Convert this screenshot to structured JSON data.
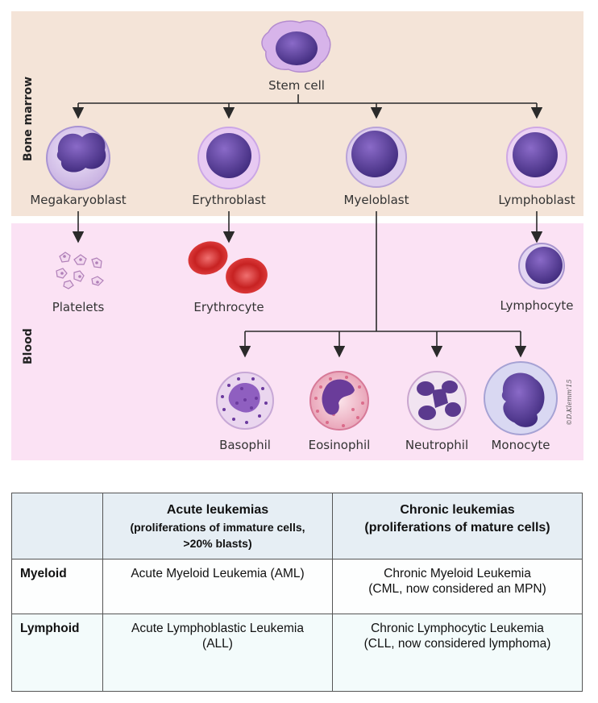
{
  "diagram": {
    "zones": {
      "bone_marrow": "Bone marrow",
      "blood": "Blood"
    },
    "cells": {
      "stem": "Stem cell",
      "megakaryoblast": "Megakaryoblast",
      "erythroblast": "Erythroblast",
      "myeloblast": "Myeloblast",
      "lymphoblast": "Lymphoblast",
      "platelets": "Platelets",
      "erythrocyte": "Erythrocyte",
      "lymphocyte": "Lymphocyte",
      "basophil": "Basophil",
      "eosinophil": "Eosinophil",
      "neutrophil": "Neutrophil",
      "monocyte": "Monocyte"
    },
    "credit": "©D.Klemm'15",
    "colors": {
      "bone_marrow_bg": "#f4e4d8",
      "blood_bg": "#fbe2f4",
      "nucleus": "#5a3f9a",
      "cytoplasm": "#d9c8ef",
      "erythrocyte": "#d83030",
      "eosinophil_granules": "#e06c8c",
      "basophil_granules": "#7b4aa8"
    }
  },
  "table": {
    "headers": {
      "acute_title": "Acute leukemias",
      "acute_sub_1": "(proliferations of immature cells,",
      "acute_sub_2": ">20% blasts)",
      "chronic_title": "Chronic leukemias",
      "chronic_sub": "(proliferations of mature cells)"
    },
    "rows": [
      {
        "label": "Myeloid",
        "acute_1": "Acute Myeloid Leukemia (AML)",
        "acute_2": "",
        "chronic_1": "Chronic Myeloid Leukemia",
        "chronic_2": "(CML, now considered an MPN)"
      },
      {
        "label": "Lymphoid",
        "acute_1": "Acute Lymphoblastic Leukemia",
        "acute_2": "(ALL)",
        "chronic_1": "Chronic Lymphocytic Leukemia",
        "chronic_2": "(CLL, now considered lymphoma)"
      }
    ]
  }
}
